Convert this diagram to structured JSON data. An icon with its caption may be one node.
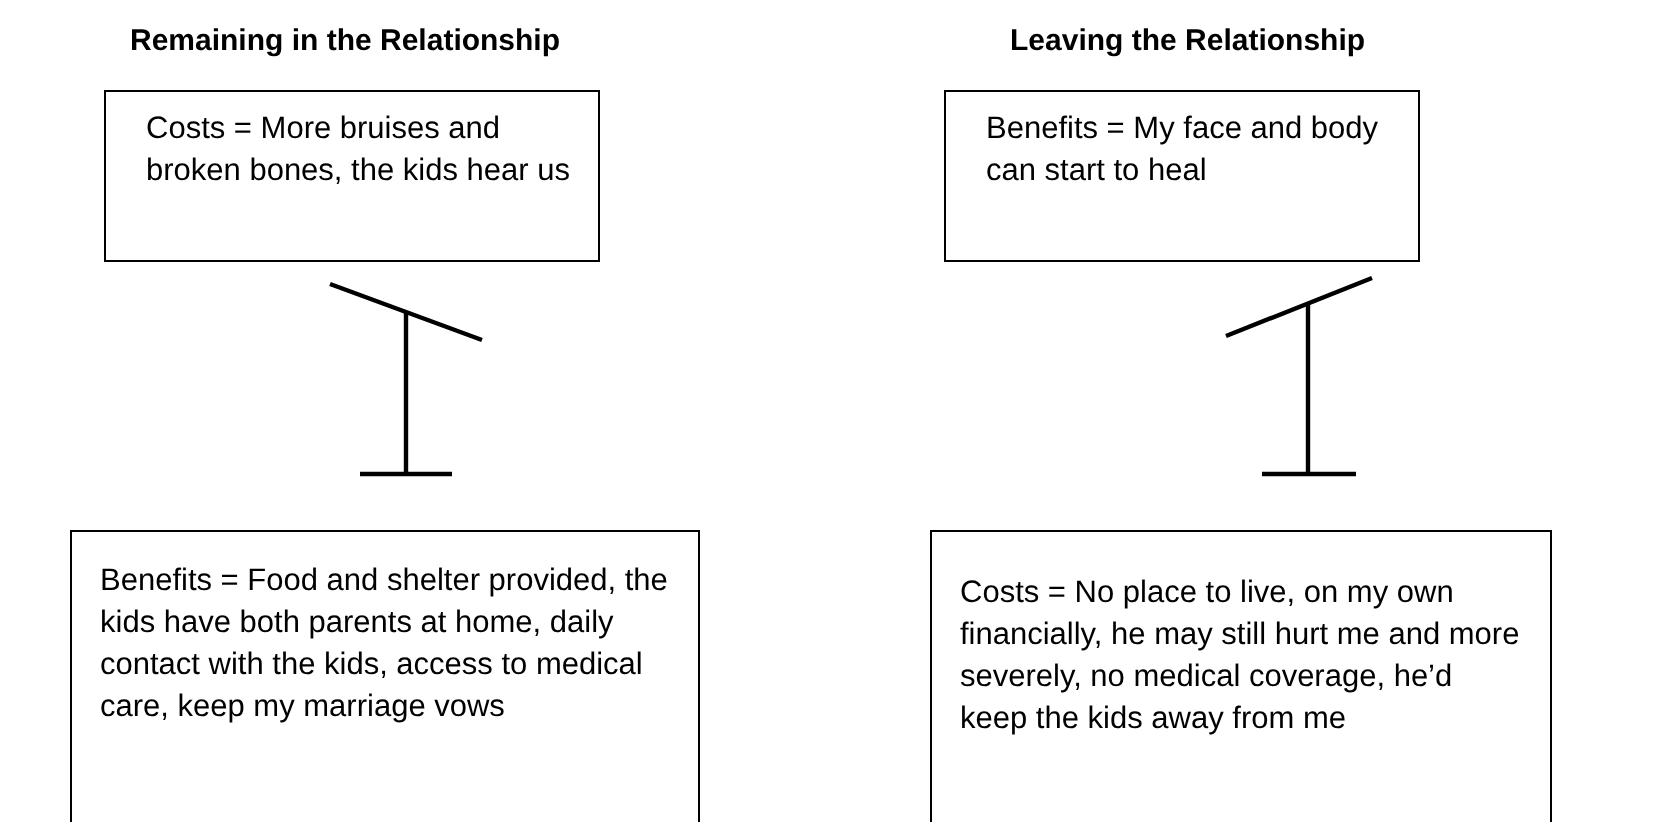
{
  "diagram": {
    "nodes": [
      {
        "text": [
          "Costs = More bruises and broken bones, the kids hear us"
        ]
      },
      {
        "text": [
          "Benefits =  My face and body can start to heal"
        ]
      },
      {
        "text": [
          "Benefits = Food and shelter provided, the kids have both parents at home, daily contact with the kids, access to medical care, keep my marriage vows"
        ]
      },
      {
        "text": [
          "Costs = No place to live, on my own financially, he may still hurt me and more severely, no medical coverage, he’d keep the kids away from me"
        ]
      }
    ],
    "edges": [],
    "labels": [
      "Remaining in the Relationship",
      "Leaving the Relationship"
    ]
  }
}
